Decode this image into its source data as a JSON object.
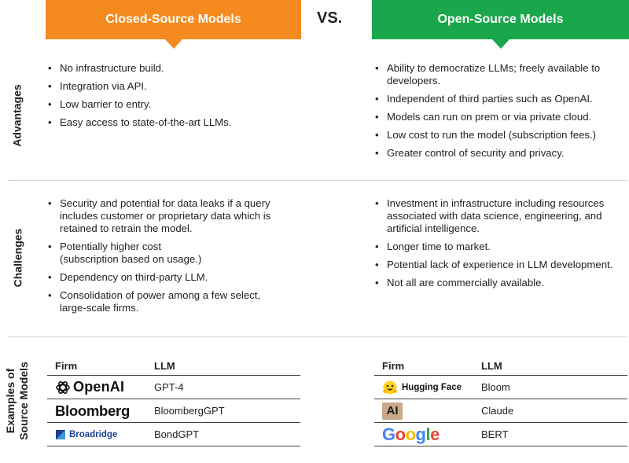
{
  "header": {
    "closed_title": "Closed-Source Models",
    "vs": "VS.",
    "open_title": "Open-Source Models",
    "closed_color": "#f58a1f",
    "open_color": "#1aa64a"
  },
  "rows": {
    "advantages": "Advantages",
    "challenges": "Challenges",
    "examples_line1": "Examples of",
    "examples_line2": "Source Models"
  },
  "closed": {
    "advantages": [
      "No infrastructure build.",
      "Integration via API.",
      "Low barrier to entry.",
      "Easy access to state-of-the-art LLMs."
    ],
    "challenges": [
      "Security and potential for data leaks if a query includes customer or proprietary data which is retained to retrain the model.",
      "Potentially higher cost (subscription based on usage.)",
      "Dependency on third-party LLM.",
      "Consolidation of power among a few select, large-scale firms."
    ],
    "table": {
      "col_firm": "Firm",
      "col_llm": "LLM",
      "rows": [
        {
          "firm": "OpenAI",
          "llm": "GPT-4",
          "logo": "openai-logo"
        },
        {
          "firm": "Bloomberg",
          "llm": "BloombergGPT",
          "logo": "bloomberg-logo"
        },
        {
          "firm": "Broadridge",
          "llm": "BondGPT",
          "logo": "broadridge-logo"
        }
      ]
    }
  },
  "open": {
    "advantages": [
      "Ability to democratize LLMs; freely available to developers.",
      "Independent of third parties such as OpenAI.",
      "Models can run on prem or via private cloud.",
      "Low cost to run the model (subscription fees.)",
      "Greater control of security and privacy."
    ],
    "challenges": [
      "Investment in infrastructure including resources associated with data science, engineering, and artificial intelligence.",
      "Longer time to market.",
      "Potential lack of experience in LLM development.",
      "Not all are commercially available."
    ],
    "table": {
      "col_firm": "Firm",
      "col_llm": "LLM",
      "rows": [
        {
          "firm": "Hugging Face",
          "llm": "Bloom",
          "logo": "hugging-face-logo"
        },
        {
          "firm": "AI",
          "llm": "Claude",
          "logo": "anthropic-logo"
        },
        {
          "firm": "Google",
          "llm": "BERT",
          "logo": "google-logo"
        }
      ]
    }
  }
}
